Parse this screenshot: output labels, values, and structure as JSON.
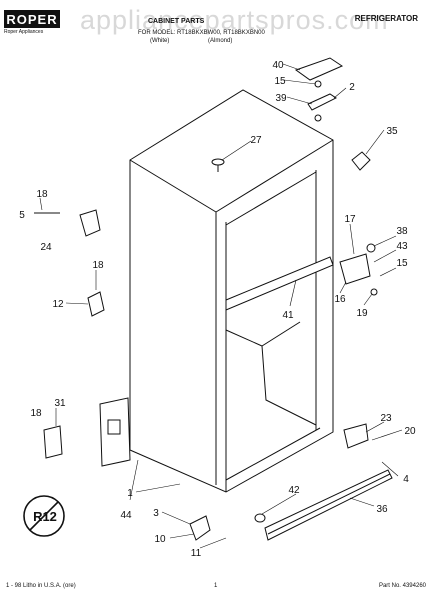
{
  "header": {
    "brand": "ROPER",
    "brand_sub": "Roper Appliances",
    "watermark": "appliancepartspros.com",
    "section_title": "CABINET PARTS",
    "model_line": "FOR MODEL: RT18BKXBW00, RT18BKXBN00",
    "color_codes": [
      "(White)",
      "(Almond)"
    ],
    "category": "REFRIGERATOR"
  },
  "footer": {
    "litho": "1 - 98 Litho in U.S.A. (ore)",
    "page": "1",
    "part_no": "Part No. 4394260"
  },
  "part_numbers": {
    "p40": "40",
    "p15a": "15",
    "p2": "2",
    "p39": "39",
    "p27": "27",
    "p35": "35",
    "p18a": "18",
    "p5": "5",
    "p24": "24",
    "p17": "17",
    "p38": "38",
    "p43": "43",
    "p15b": "15",
    "p18b": "18",
    "p12": "12",
    "p41": "41",
    "p16": "16",
    "p19": "19",
    "p31": "31",
    "p18c": "18",
    "p23": "23",
    "p20": "20",
    "p4": "4",
    "p1": "1",
    "p44": "44",
    "p42": "42",
    "p3": "3",
    "p36": "36",
    "p10": "10",
    "p11": "11"
  },
  "badge_text": "R12"
}
